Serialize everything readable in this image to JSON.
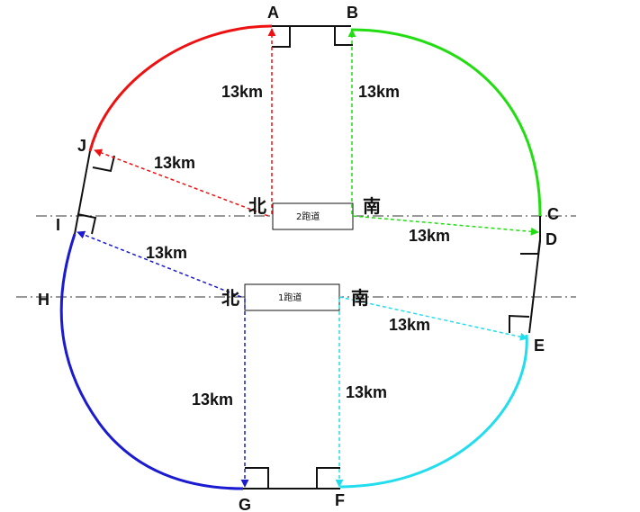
{
  "points": {
    "A": "A",
    "B": "B",
    "C": "C",
    "D": "D",
    "E": "E",
    "F": "F",
    "G": "G",
    "H": "H",
    "I": "I",
    "J": "J"
  },
  "runways": {
    "runway2": "2跑道",
    "runway1": "1跑道"
  },
  "directions": {
    "north": "北",
    "south": "南"
  },
  "distance": "13km",
  "colors": {
    "red": "#ee1111",
    "green": "#22dd11",
    "blue": "#1a1ad0",
    "cyan": "#22ddee",
    "black": "#111111",
    "axis": "#333333"
  }
}
